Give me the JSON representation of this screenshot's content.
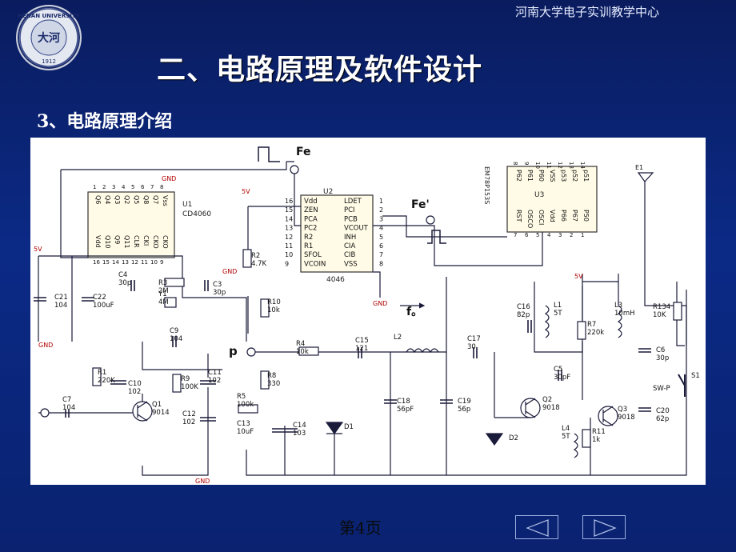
{
  "header": {
    "org": "河南大学电子实训教学中心"
  },
  "logo": {
    "text_top": "HENAN UNIVERSITY",
    "year": "1912"
  },
  "title": "二、电路原理及软件设计",
  "subtitle": "3、电路原理介绍",
  "schematic": {
    "u1": {
      "ref": "U1",
      "part": "CD4060",
      "top_pins": [
        "1",
        "2",
        "3",
        "4",
        "5",
        "6",
        "7",
        "8"
      ],
      "top_names": [
        "Q6",
        "Q4",
        "Q3",
        "Q2",
        "Q5",
        "Q8",
        "Q7",
        "Vss"
      ],
      "bottom_pins": [
        "16",
        "15",
        "14",
        "13",
        "12",
        "11",
        "10",
        "9"
      ],
      "bottom_names": [
        "Vdd",
        "Q10",
        "Q9",
        "Q11",
        "CLR",
        "CKI",
        "CKO",
        "CKO"
      ]
    },
    "u2": {
      "ref": "U2",
      "part": "4046",
      "left_pins": [
        "16",
        "15",
        "14",
        "13",
        "12",
        "11",
        "10",
        "9"
      ],
      "left_names": [
        "Vdd",
        "ZEN",
        "PCA",
        "PC2",
        "R2",
        "R1",
        "SFOL",
        "VCOIN"
      ],
      "right_pins": [
        "1",
        "2",
        "3",
        "4",
        "5",
        "6",
        "7",
        "8"
      ],
      "right_names": [
        "LDET",
        "PCI",
        "PCB",
        "VCOUT",
        "INH",
        "CIA",
        "CIB",
        "VSS"
      ]
    },
    "u3": {
      "ref": "U3",
      "part": "EM78P153S",
      "top_pins": [
        "8",
        "9",
        "10",
        "11",
        "12",
        "13",
        "14"
      ],
      "top_names": [
        "P62",
        "P61",
        "P60",
        "VSS",
        "p53",
        "p52",
        "p51"
      ],
      "bottom_pins": [
        "7",
        "6",
        "5",
        "4",
        "3",
        "2",
        "1"
      ],
      "bottom_names": [
        "RST",
        "OSCO",
        "OSCI",
        "Vdd",
        "P66",
        "P67",
        "P50"
      ]
    },
    "labels": {
      "fe_top": "Fe",
      "fe_mid": "Fe'",
      "f0": "f。",
      "p": "p",
      "e1": "E1",
      "gnd": "GND",
      "v5": "5V",
      "sw": "SW-P",
      "s1": "S1"
    },
    "components": [
      {
        "ref": "C4",
        "val": "30p"
      },
      {
        "ref": "R3",
        "val": "2M"
      },
      {
        "ref": "C3",
        "val": "30p"
      },
      {
        "ref": "Y1",
        "val": "4M"
      },
      {
        "ref": "C21",
        "val": "104"
      },
      {
        "ref": "C22",
        "val": "100uF"
      },
      {
        "ref": "R2",
        "val": "4.7K"
      },
      {
        "ref": "R10",
        "val": "10k"
      },
      {
        "ref": "C9",
        "val": "104"
      },
      {
        "ref": "R1",
        "val": "220K"
      },
      {
        "ref": "C10",
        "val": "102"
      },
      {
        "ref": "R9",
        "val": "100K"
      },
      {
        "ref": "C11",
        "val": "102"
      },
      {
        "ref": "C7",
        "val": "104"
      },
      {
        "ref": "Q1",
        "val": "9014"
      },
      {
        "ref": "C12",
        "val": "102"
      },
      {
        "ref": "R5",
        "val": "100k"
      },
      {
        "ref": "R8",
        "val": "330"
      },
      {
        "ref": "C13",
        "val": "10uF"
      },
      {
        "ref": "C14",
        "val": "103"
      },
      {
        "ref": "R4",
        "val": "10k"
      },
      {
        "ref": "C15",
        "val": "121"
      },
      {
        "ref": "D1",
        "val": ""
      },
      {
        "ref": "L2",
        "val": ""
      },
      {
        "ref": "C17",
        "val": "30"
      },
      {
        "ref": "C18",
        "val": "56pF"
      },
      {
        "ref": "C19",
        "val": "56p"
      },
      {
        "ref": "D2",
        "val": ""
      },
      {
        "ref": "C16",
        "val": "82p"
      },
      {
        "ref": "L1",
        "val": "5T"
      },
      {
        "ref": "R7",
        "val": "220k"
      },
      {
        "ref": "L3",
        "val": "10mH"
      },
      {
        "ref": "R134",
        "val": "10K"
      },
      {
        "ref": "C6",
        "val": "30p"
      },
      {
        "ref": "C5",
        "val": "30pF"
      },
      {
        "ref": "Q2",
        "val": "9018"
      },
      {
        "ref": "Q3",
        "val": "9018"
      },
      {
        "ref": "C20",
        "val": "62p"
      },
      {
        "ref": "L4",
        "val": "5T"
      },
      {
        "ref": "R11",
        "val": "1k"
      }
    ]
  },
  "footer": {
    "page": "第4页"
  },
  "nav": {
    "prev": "previous-slide",
    "next": "next-slide"
  }
}
